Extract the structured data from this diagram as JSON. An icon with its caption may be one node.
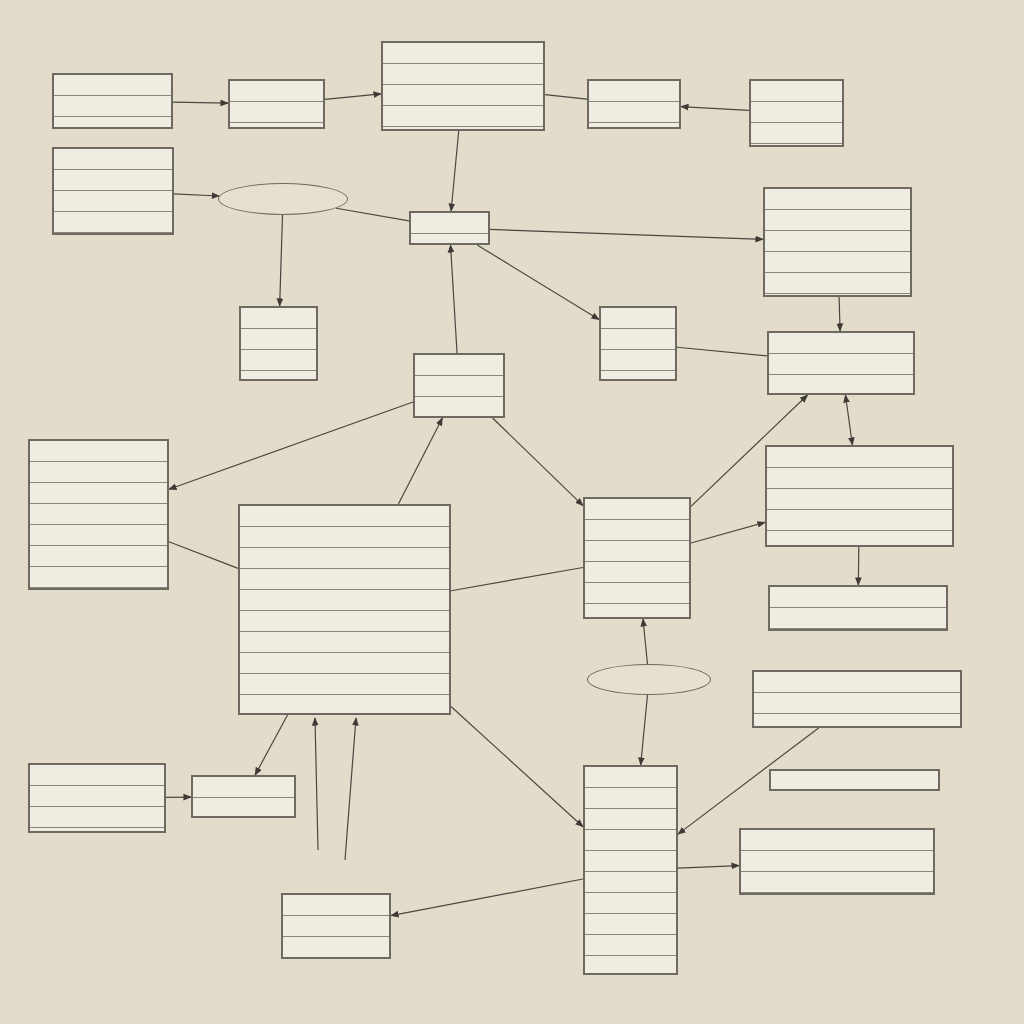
{
  "diagram": {
    "nodes": [
      {
        "text": [],
        "shape": "box"
      },
      {
        "text": [],
        "shape": "box"
      },
      {
        "text": [],
        "shape": "box"
      },
      {
        "text": [],
        "shape": "box"
      },
      {
        "text": [],
        "shape": "box"
      },
      {
        "text": [],
        "shape": "box"
      },
      {
        "text": [],
        "shape": "ellipse"
      },
      {
        "text": [],
        "shape": "box"
      },
      {
        "text": [],
        "shape": "box"
      },
      {
        "text": [],
        "shape": "box"
      },
      {
        "text": [],
        "shape": "box"
      },
      {
        "text": [],
        "shape": "box"
      },
      {
        "text": [],
        "shape": "box"
      },
      {
        "text": [],
        "shape": "box"
      },
      {
        "text": [],
        "shape": "box"
      },
      {
        "text": [],
        "shape": "box"
      },
      {
        "text": [],
        "shape": "box"
      },
      {
        "text": [],
        "shape": "box"
      },
      {
        "text": [],
        "shape": "ellipse"
      },
      {
        "text": [],
        "shape": "box"
      },
      {
        "text": [],
        "shape": "box"
      },
      {
        "text": [],
        "shape": "box"
      },
      {
        "text": [],
        "shape": "box"
      },
      {
        "text": [],
        "shape": "box"
      },
      {
        "text": [],
        "shape": "box"
      },
      {
        "text": [],
        "shape": "box"
      }
    ],
    "edges": [
      {
        "from": 0,
        "to": 1,
        "arrow": "to"
      },
      {
        "from": 1,
        "to": 2,
        "arrow": "to"
      },
      {
        "from": 2,
        "to": 3,
        "arrow": "none"
      },
      {
        "from": 4,
        "to": 3,
        "arrow": "to"
      },
      {
        "from": 2,
        "to": 7,
        "arrow": "to"
      },
      {
        "from": 5,
        "to": 6,
        "arrow": "to"
      },
      {
        "from": 6,
        "to": 7,
        "arrow": "none"
      },
      {
        "from": 6,
        "to": 9,
        "arrow": "to"
      },
      {
        "from": 10,
        "to": 7,
        "arrow": "to"
      },
      {
        "from": 7,
        "to": 11,
        "arrow": "to"
      },
      {
        "from": 7,
        "to": 8,
        "arrow": "to"
      },
      {
        "from": 8,
        "to": 12,
        "arrow": "to"
      },
      {
        "from": 11,
        "to": 12,
        "arrow": "none"
      },
      {
        "from": 12,
        "to": 14,
        "arrow": "both"
      },
      {
        "from": 14,
        "to": 17,
        "arrow": "to"
      },
      {
        "from": 10,
        "to": 13,
        "arrow": "to"
      },
      {
        "from": 15,
        "to": 10,
        "arrow": "to"
      },
      {
        "from": 10,
        "to": 16,
        "arrow": "to"
      },
      {
        "from": 16,
        "to": 12,
        "arrow": "to"
      },
      {
        "from": 16,
        "to": 14,
        "arrow": "to"
      },
      {
        "from": 13,
        "to": 15,
        "arrow": "none"
      },
      {
        "from": 15,
        "to": 16,
        "arrow": "none"
      },
      {
        "from": 18,
        "to": 16,
        "arrow": "to"
      },
      {
        "from": 18,
        "to": 23,
        "arrow": "to"
      },
      {
        "from": 15,
        "to": 23,
        "arrow": "to"
      },
      {
        "from": 23,
        "to": 24,
        "arrow": "to"
      },
      {
        "from": 23,
        "to": 25,
        "arrow": "to"
      },
      {
        "from": 19,
        "to": 23,
        "arrow": "to"
      },
      {
        "from": 15,
        "to": 21,
        "arrow": "to"
      },
      {
        "from": 20,
        "to": 21,
        "arrow": "to"
      },
      {
        "from": null,
        "to": 15,
        "arrow": "to"
      },
      {
        "from": null,
        "to": 15,
        "arrow": "to"
      }
    ]
  }
}
